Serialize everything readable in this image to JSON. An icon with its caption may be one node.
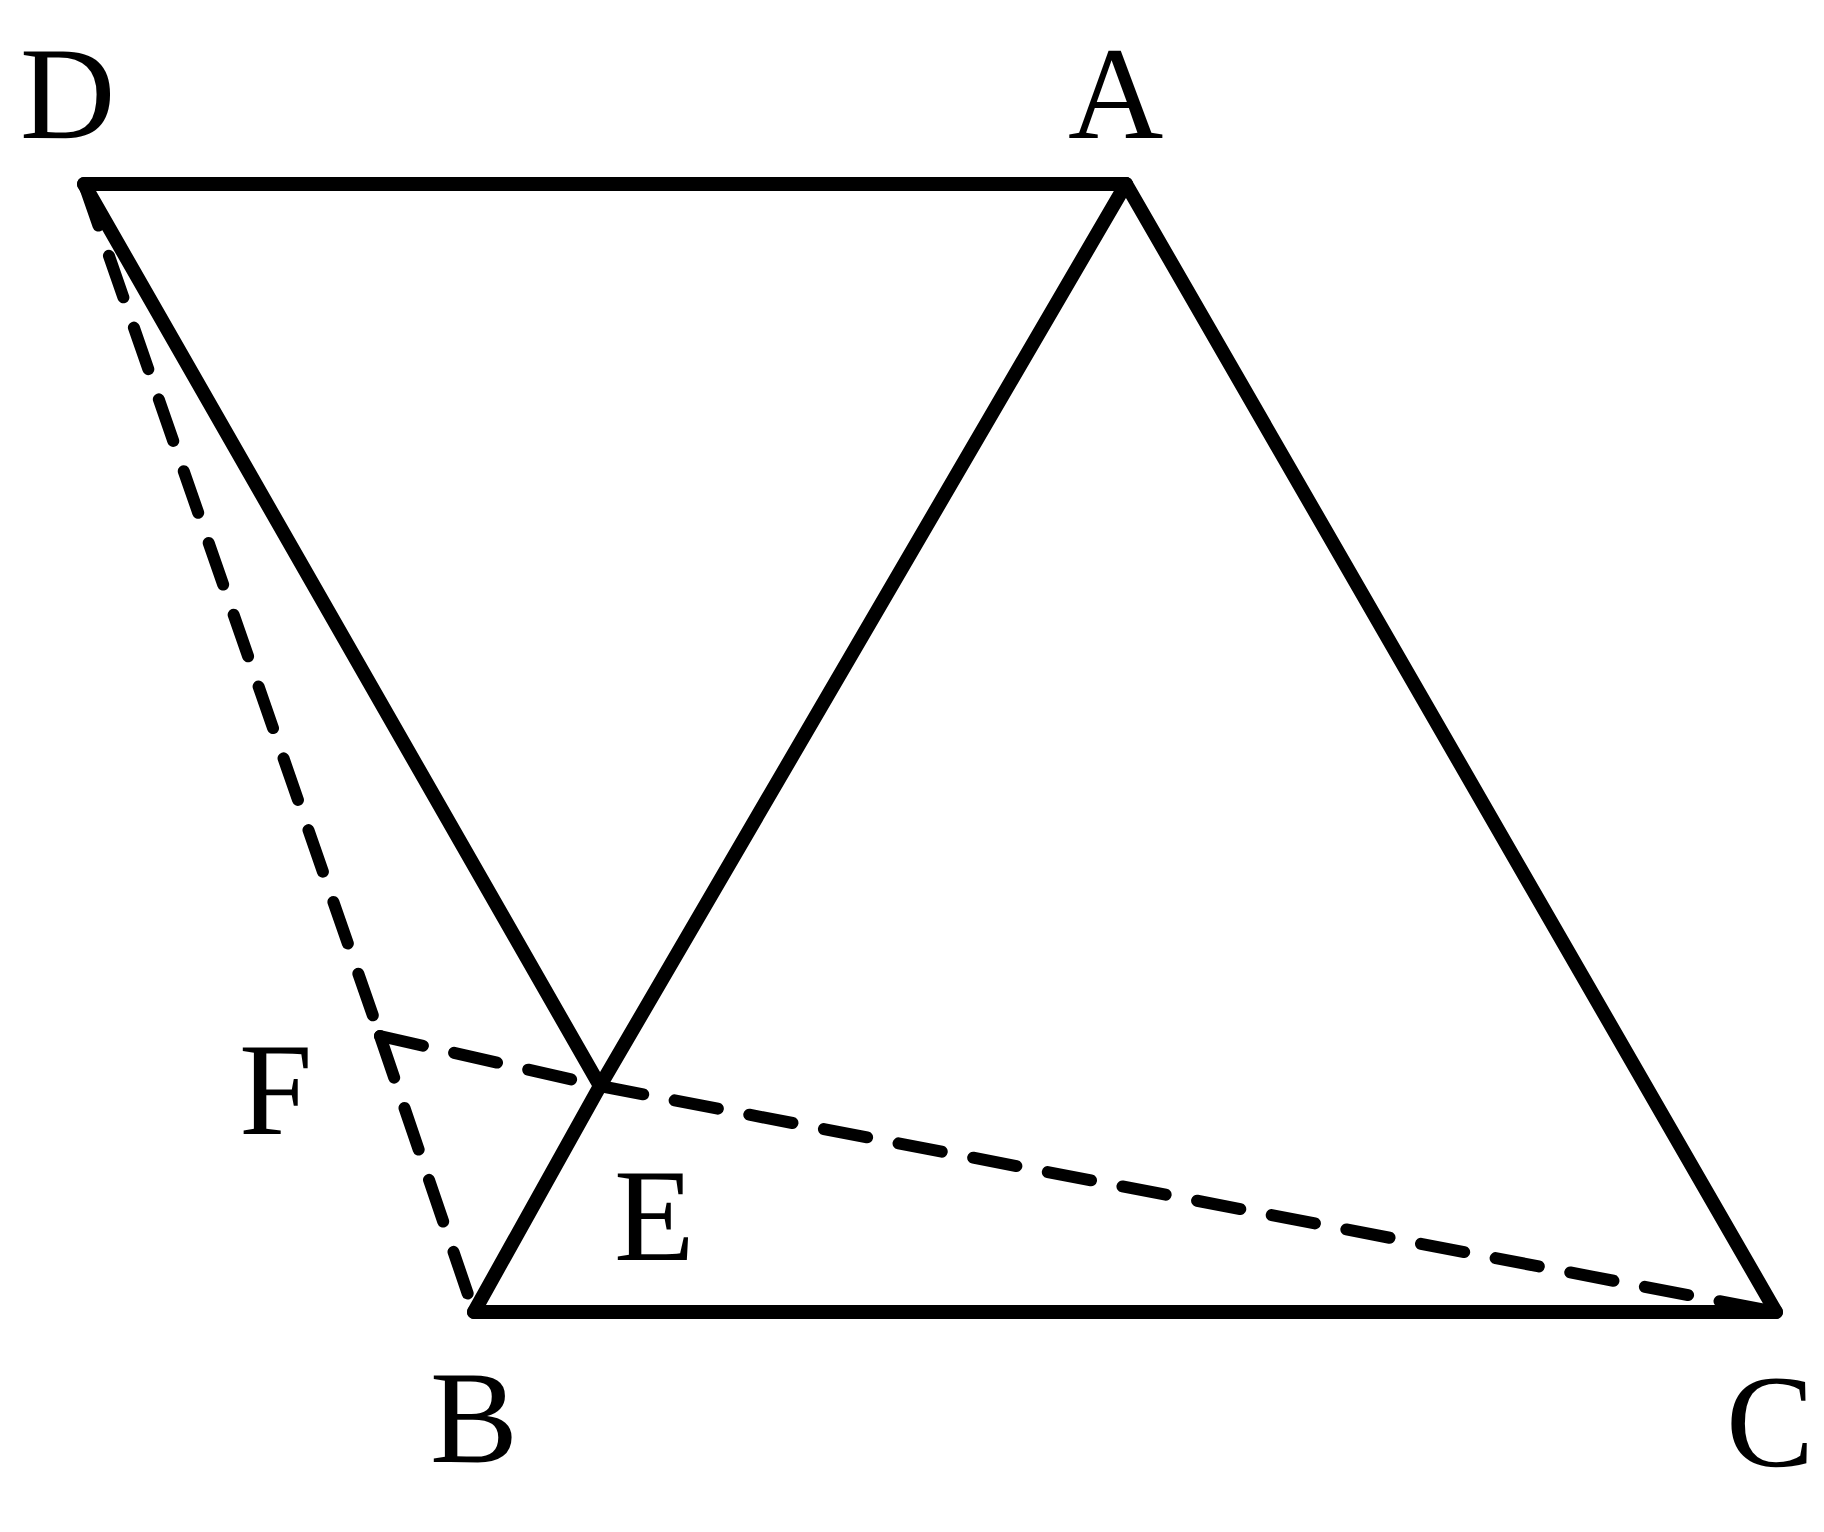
{
  "diagram": {
    "nodes": [
      {
        "text": [
          "D"
        ]
      },
      {
        "text": [
          "A"
        ]
      },
      {
        "text": [
          "F"
        ]
      },
      {
        "text": [
          "E"
        ]
      },
      {
        "text": [
          "B"
        ]
      },
      {
        "text": [
          "C"
        ]
      }
    ],
    "edges": [
      {
        "from": 0,
        "to": 1,
        "arrow": "none"
      },
      {
        "from": 1,
        "to": 3,
        "arrow": "none"
      },
      {
        "from": 3,
        "to": 4,
        "arrow": "none"
      },
      {
        "from": 1,
        "to": 5,
        "arrow": "none"
      },
      {
        "from": 4,
        "to": 5,
        "arrow": "none"
      },
      {
        "from": 0,
        "to": 3,
        "arrow": "none"
      },
      {
        "from": 0,
        "to": 2,
        "arrow": "none",
        "style": "dashed"
      },
      {
        "from": 2,
        "to": 4,
        "arrow": "none",
        "style": "dashed"
      },
      {
        "from": 2,
        "to": 3,
        "arrow": "none",
        "style": "dashed"
      },
      {
        "from": 3,
        "to": 5,
        "arrow": "none",
        "style": "dashed"
      }
    ]
  }
}
